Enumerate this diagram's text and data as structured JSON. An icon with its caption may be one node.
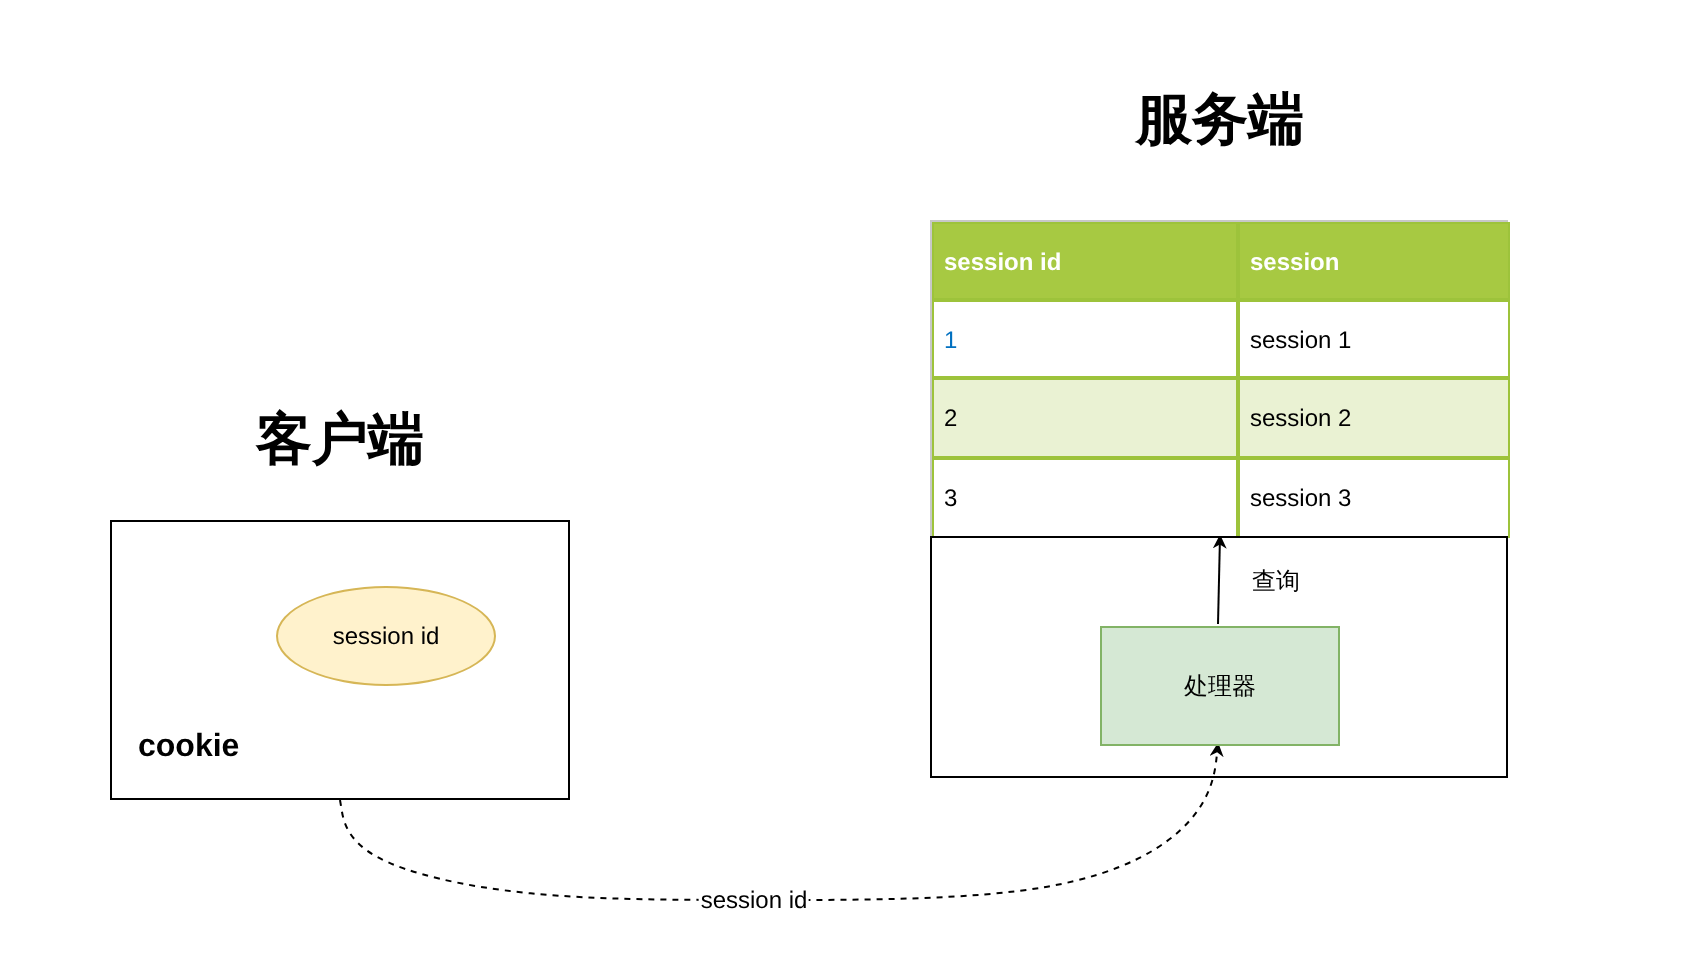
{
  "diagram": {
    "nodes": [
      {
        "text": [
          "cookie"
        ]
      },
      {
        "text": [
          "session id"
        ],
        "in": 0
      },
      {
        "text": [
          "session id",
          "session",
          "1",
          "session 1",
          "2",
          "session 2",
          "3",
          "session 3"
        ]
      },
      {
        "text": [],
        "shape": "box"
      },
      {
        "text": [
          "处理器"
        ],
        "in": 3
      }
    ],
    "edges": [
      {
        "from": 0,
        "to": 4,
        "arrow": "to",
        "label": "session id",
        "style": "dashed"
      },
      {
        "from": 4,
        "to": 2,
        "arrow": "to",
        "label": "查询"
      }
    ],
    "labels": [
      "服务端",
      "客户端"
    ]
  }
}
